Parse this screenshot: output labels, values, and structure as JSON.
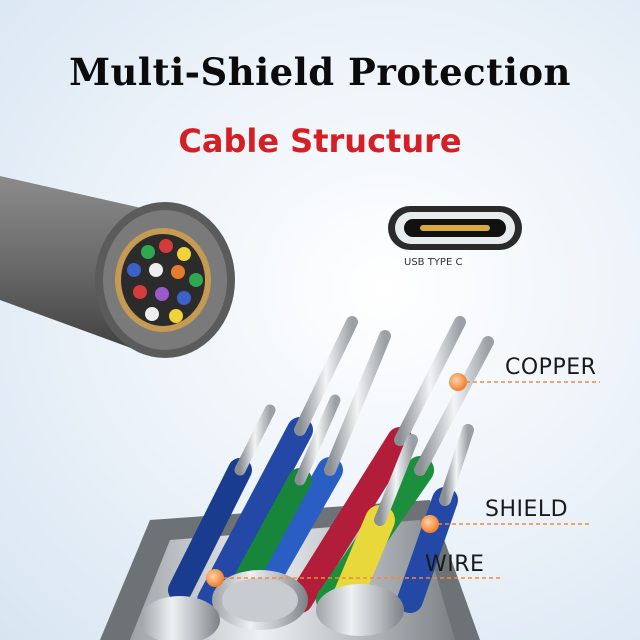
{
  "title": "Multi-Shield Protection",
  "subtitle": "Cable Structure",
  "connector": {
    "label": "USB TYPE C"
  },
  "callouts": {
    "copper": "COPPER",
    "shield": "SHIELD",
    "wire": "WIRE"
  },
  "colors": {
    "title": "#0b0b0b",
    "subtitle": "#d41f25",
    "callout_line": "#f08a3c",
    "callout_dot": "#f08a3c"
  },
  "wire_colors": [
    "green",
    "blue",
    "yellow",
    "red",
    "white"
  ]
}
